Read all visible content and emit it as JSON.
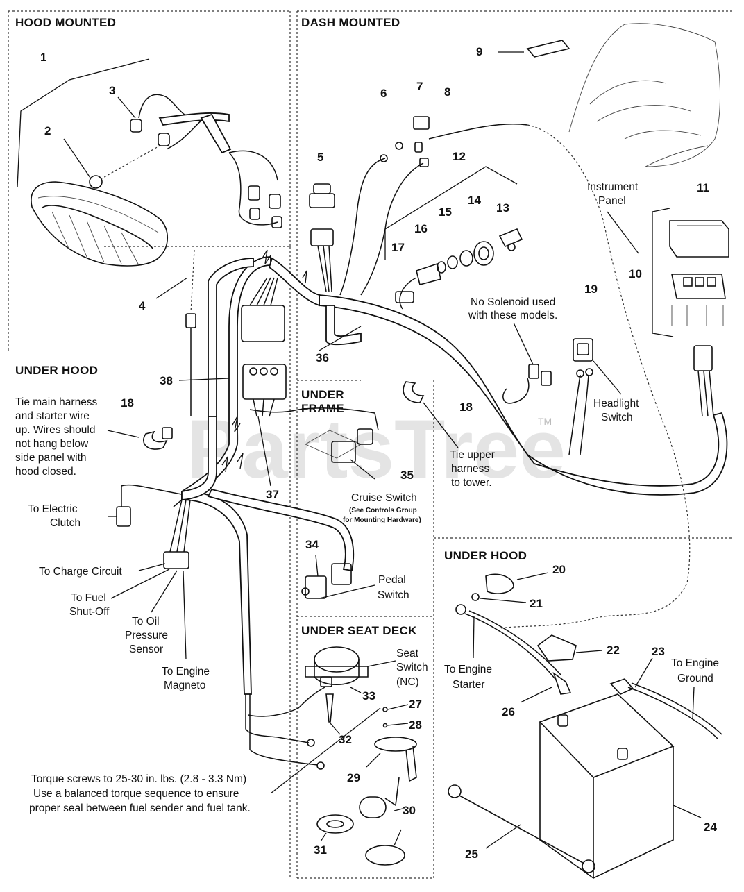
{
  "sections": {
    "hood_mounted": "HOOD MOUNTED",
    "dash_mounted": "DASH MOUNTED",
    "under_hood_left": "UNDER HOOD",
    "under_frame_1": "UNDER",
    "under_frame_2": "FRAME",
    "under_hood_right": "UNDER HOOD",
    "under_seat_deck": "UNDER SEAT DECK"
  },
  "callouts": {
    "c1": "1",
    "c2": "2",
    "c3": "3",
    "c4": "4",
    "c5": "5",
    "c6": "6",
    "c7": "7",
    "c8": "8",
    "c9": "9",
    "c10": "10",
    "c11": "11",
    "c12": "12",
    "c13": "13",
    "c14": "14",
    "c15": "15",
    "c16": "16",
    "c17": "17",
    "c18a": "18",
    "c18b": "18",
    "c19": "19",
    "c20": "20",
    "c21": "21",
    "c22": "22",
    "c23": "23",
    "c24": "24",
    "c25": "25",
    "c26": "26",
    "c27": "27",
    "c28": "28",
    "c29": "29",
    "c30": "30",
    "c31": "31",
    "c32": "32",
    "c33": "33",
    "c34": "34",
    "c35": "35",
    "c36": "36",
    "c37": "37",
    "c38": "38"
  },
  "labels": {
    "instrument_panel_1": "Instrument",
    "instrument_panel_2": "Panel",
    "no_solenoid_1": "No Solenoid used",
    "no_solenoid_2": "with these models.",
    "headlight_1": "Headlight",
    "headlight_2": "Switch",
    "tie_main_1": "Tie main harness",
    "tie_main_2": "and starter wire",
    "tie_main_3": "up. Wires should",
    "tie_main_4": "not hang below",
    "tie_main_5": "side panel with",
    "tie_main_6": "hood closed.",
    "tie_upper_1": "Tie upper",
    "tie_upper_2": "harness",
    "tie_upper_3": "to tower.",
    "cruise_1": "Cruise Switch",
    "cruise_2": "(See Controls Group",
    "cruise_3": "for Mounting Hardware)",
    "electric_clutch_1": "To Electric",
    "electric_clutch_2": "Clutch",
    "charge_circuit": "To Charge Circuit",
    "fuel_shutoff_1": "To Fuel",
    "fuel_shutoff_2": "Shut-Off",
    "oil_pressure_1": "To Oil",
    "oil_pressure_2": "Pressure",
    "oil_pressure_3": "Sensor",
    "engine_magneto_1": "To Engine",
    "engine_magneto_2": "Magneto",
    "pedal_switch_1": "Pedal",
    "pedal_switch_2": "Switch",
    "seat_switch_1": "Seat",
    "seat_switch_2": "Switch",
    "seat_switch_3": "(NC)",
    "engine_starter_1": "To Engine",
    "engine_starter_2": "Starter",
    "engine_ground_1": "To Engine",
    "engine_ground_2": "Ground",
    "torque_1": "Torque screws to 25-30 in. lbs. (2.8 - 3.3 Nm)",
    "torque_2": "Use a balanced torque sequence to ensure",
    "torque_3": "proper seal between fuel sender and fuel tank."
  },
  "watermark": {
    "text": "PartsTree",
    "tm": "TM"
  }
}
